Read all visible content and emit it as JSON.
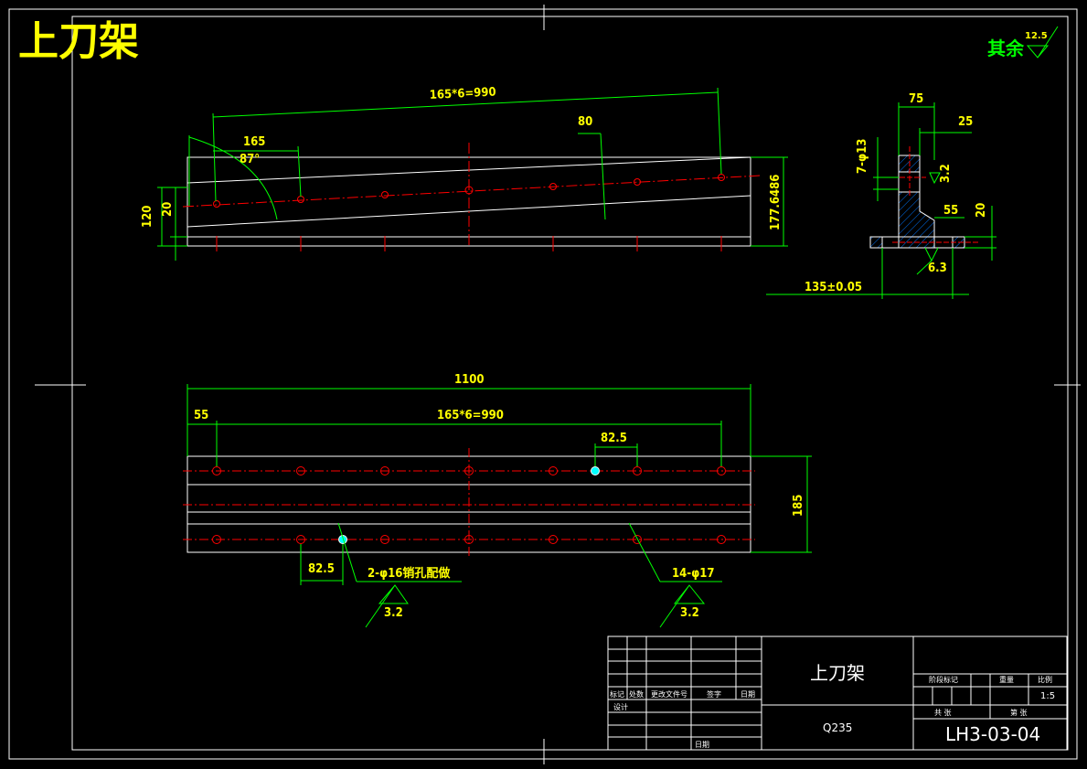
{
  "title": "上刀架",
  "roughness_note": {
    "label": "其余",
    "value": "12.5"
  },
  "side_view": {
    "dims": {
      "total_pitch": "165*6=990",
      "pitch": "165",
      "angle": "87°",
      "offset": "80",
      "height_left": "120",
      "height_small": "20",
      "height_right": "177.6486"
    }
  },
  "section_view": {
    "dims": {
      "width_top": "75",
      "width_right": "25",
      "holes": "7-φ13",
      "rough_a": "3.2",
      "flange": "55",
      "flange_h": "20",
      "rough_b": "6.3",
      "center_dist": "135±0.05"
    }
  },
  "plan_view": {
    "dims": {
      "length": "1100",
      "edge": "55",
      "total_pitch": "165*6=990",
      "pin_offset_top": "82.5",
      "pin_offset_bottom": "82.5",
      "width": "185"
    },
    "callouts": {
      "pin_holes": "2-φ16销孔配做",
      "pin_rough": "3.2",
      "bolt_holes": "14-φ17",
      "bolt_rough": "3.2"
    }
  },
  "title_block": {
    "part_name": "上刀架",
    "material": "Q235",
    "drawing_no": "LH3-03-04",
    "scale_value": "1:5",
    "headers": {
      "mark": "标记",
      "count": "处数",
      "change_doc": "更改文件号",
      "signature": "签字",
      "date": "日期",
      "design": "设计",
      "date2": "日期",
      "stage_mark": "阶段标记",
      "weight": "重量",
      "scale": "比例",
      "sheet_total": "共  张",
      "sheet_no": "第  张"
    }
  }
}
